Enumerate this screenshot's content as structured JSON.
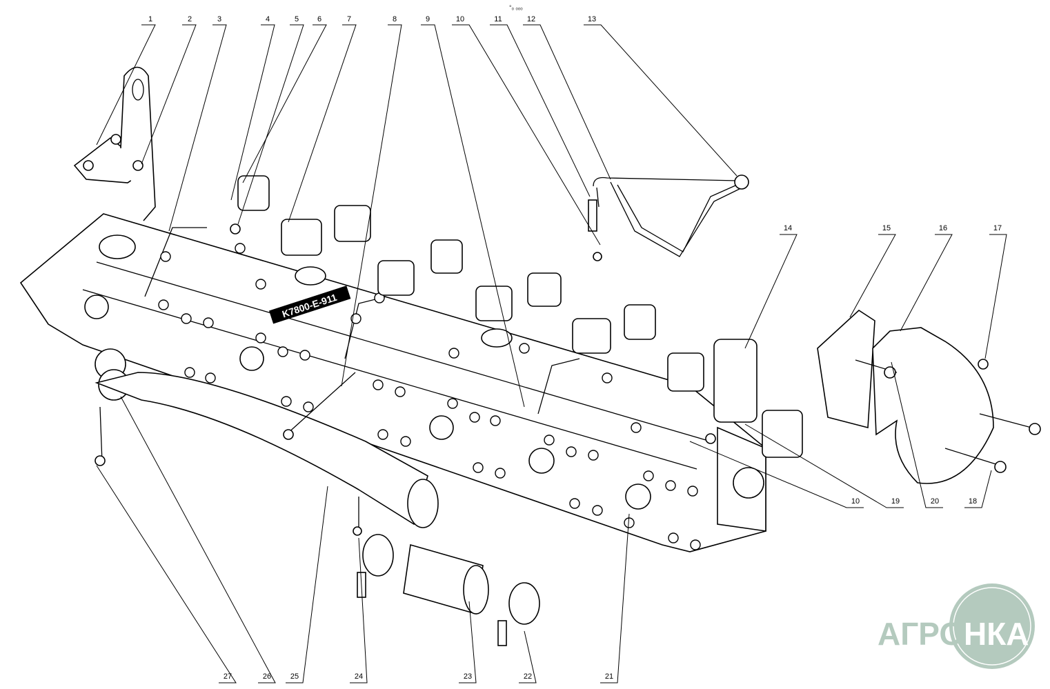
{
  "header": {
    "ref": "°ₒ ₒₒₒ"
  },
  "part_marking": "K7800-E-911",
  "callouts": {
    "c1": "1",
    "c2": "2",
    "c3": "3",
    "c4": "4",
    "c5": "5",
    "c6": "6",
    "c7": "7",
    "c8": "8",
    "c9": "9",
    "c10": "10",
    "c11": "11",
    "c12": "12",
    "c13": "13",
    "c14": "14",
    "c15": "15",
    "c16": "16",
    "c17": "17",
    "c18": "18",
    "c19": "19",
    "c10b": "10",
    "c20": "20",
    "c21": "21",
    "c22": "22",
    "c23": "23",
    "c24": "24",
    "c25": "25",
    "c26": "26",
    "c27": "27"
  },
  "logo": {
    "text_left": "АГРО",
    "text_right": "НКА",
    "color": "#b4cabe"
  }
}
